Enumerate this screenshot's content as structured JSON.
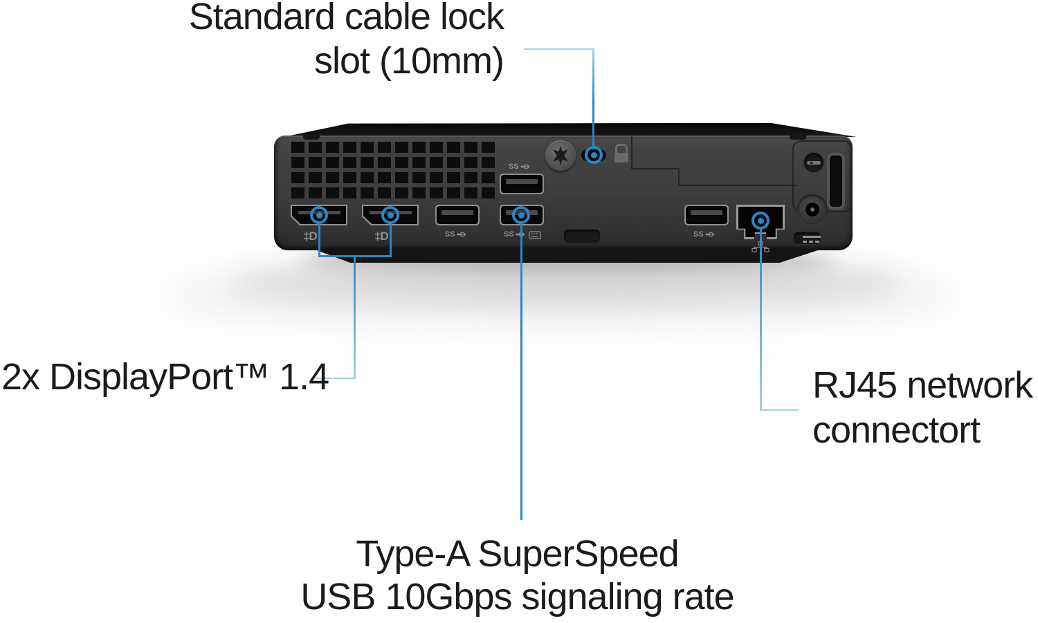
{
  "labels": {
    "cable_lock": {
      "line1": "Standard cable lock",
      "line2": "slot (10mm)"
    },
    "displayport": {
      "text": "2x DisplayPort™ 1.4"
    },
    "rj45": {
      "line1": "RJ45 network",
      "line2": "connectort"
    },
    "usb": {
      "line1": "Type-A SuperSpeed",
      "line2": "USB 10Gbps signaling rate"
    }
  },
  "icons": {
    "ss_usb_label": "SS",
    "displayport_glyph": "‡D"
  },
  "colors": {
    "background": "#ffffff",
    "label_text": "#1b1b1b",
    "callout_blue": "#2b86c4",
    "callout_blue_light": "#a9cfe0",
    "chassis_face": "#3c3c3c",
    "chassis_top": "#121212",
    "port_black": "#060606",
    "port_rim": "#8f8f8f",
    "icon_gray": "#8f8f8f"
  }
}
